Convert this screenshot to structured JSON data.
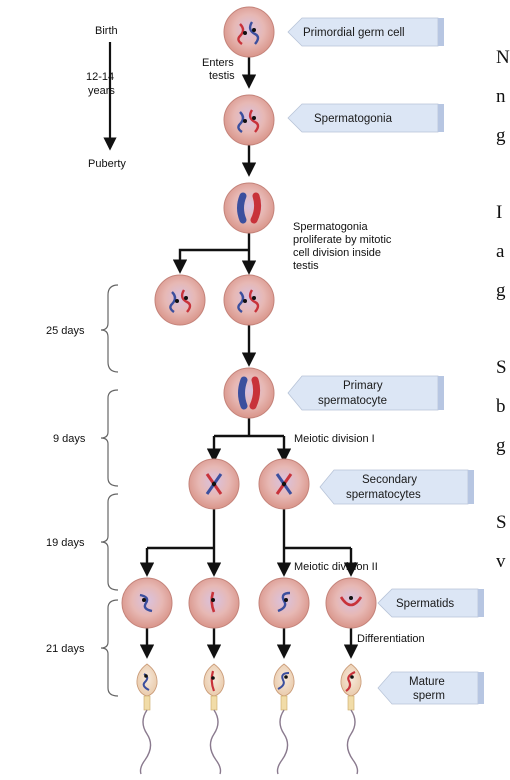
{
  "timeline": {
    "birth": "Birth",
    "years": [
      "12-14",
      "years"
    ],
    "puberty": "Puberty"
  },
  "stage_tags": {
    "primordial": "Primordial germ cell",
    "spermatogonia": "Spermatogonia",
    "primary": [
      "Primary",
      "spermatocyte"
    ],
    "secondary": [
      "Secondary",
      "spermatocytes"
    ],
    "spermatids": "Spermatids",
    "mature": [
      "Mature",
      "sperm"
    ]
  },
  "annotations": {
    "enters_testis": [
      "Enters",
      "testis"
    ],
    "proliferate": [
      "Spermatogonia",
      "proliferate by mitotic",
      "cell division inside",
      "testis"
    ],
    "meiotic_1": "Meiotic division I",
    "meiotic_2": "Meiotic division II",
    "differentiation": "Differentiation"
  },
  "durations": {
    "d25": "25 days",
    "d9": "9 days",
    "d19": "19 days",
    "d21": "21 days"
  },
  "side_text": {
    "line1": "N",
    "line2": "n",
    "line3": "g",
    "line4": "I",
    "line5": "a",
    "line6": "g",
    "line7": "S",
    "line8": "b",
    "line9": "g",
    "line10": "S",
    "line11": "v"
  },
  "colors": {
    "cell_fill": "#e8b4aa",
    "cell_core": "#c9a8c8",
    "tag_fill": "#dce6f5",
    "chrom_red": "#c8323a",
    "chrom_blue": "#3b4f9e"
  }
}
